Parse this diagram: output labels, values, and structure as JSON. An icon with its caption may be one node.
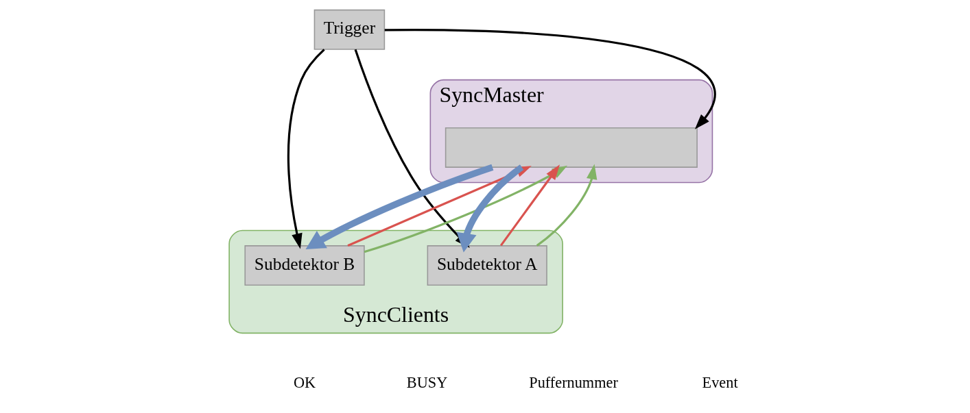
{
  "diagram": {
    "nodes": [
      {
        "text": [
          "Trigger"
        ]
      },
      {
        "text": [
          "SyncClients"
        ]
      },
      {
        "text": [
          "Subdetektor B"
        ],
        "in": 1
      },
      {
        "text": [
          "Subdetektor A"
        ],
        "in": 1
      },
      {
        "text": [
          "SyncMaster"
        ]
      },
      {
        "text": [],
        "shape": "box",
        "in": 4
      }
    ],
    "edges": [
      {
        "from": 0,
        "to": 2,
        "arrow": "to"
      },
      {
        "from": 0,
        "to": 3,
        "arrow": "to"
      },
      {
        "from": 0,
        "to": 5,
        "arrow": "to"
      },
      {
        "from": 3,
        "to": 5,
        "arrow": "to",
        "color": "#d9534f"
      },
      {
        "from": 3,
        "to": 5,
        "arrow": "to",
        "color": "#82b366"
      },
      {
        "from": 2,
        "to": 5,
        "arrow": "to",
        "color": "#d9534f"
      },
      {
        "from": 2,
        "to": 5,
        "arrow": "to",
        "color": "#82b366"
      },
      {
        "from": 5,
        "to": 3,
        "arrow": "to",
        "style": "thick",
        "color": "#6c8ebf"
      },
      {
        "from": 5,
        "to": 2,
        "arrow": "to",
        "style": "thick",
        "color": "#6c8ebf"
      }
    ],
    "legend": [
      {
        "text": "OK"
      },
      {
        "text": "BUSY"
      },
      {
        "text": "Puffernummer"
      },
      {
        "text": "Event"
      }
    ]
  }
}
